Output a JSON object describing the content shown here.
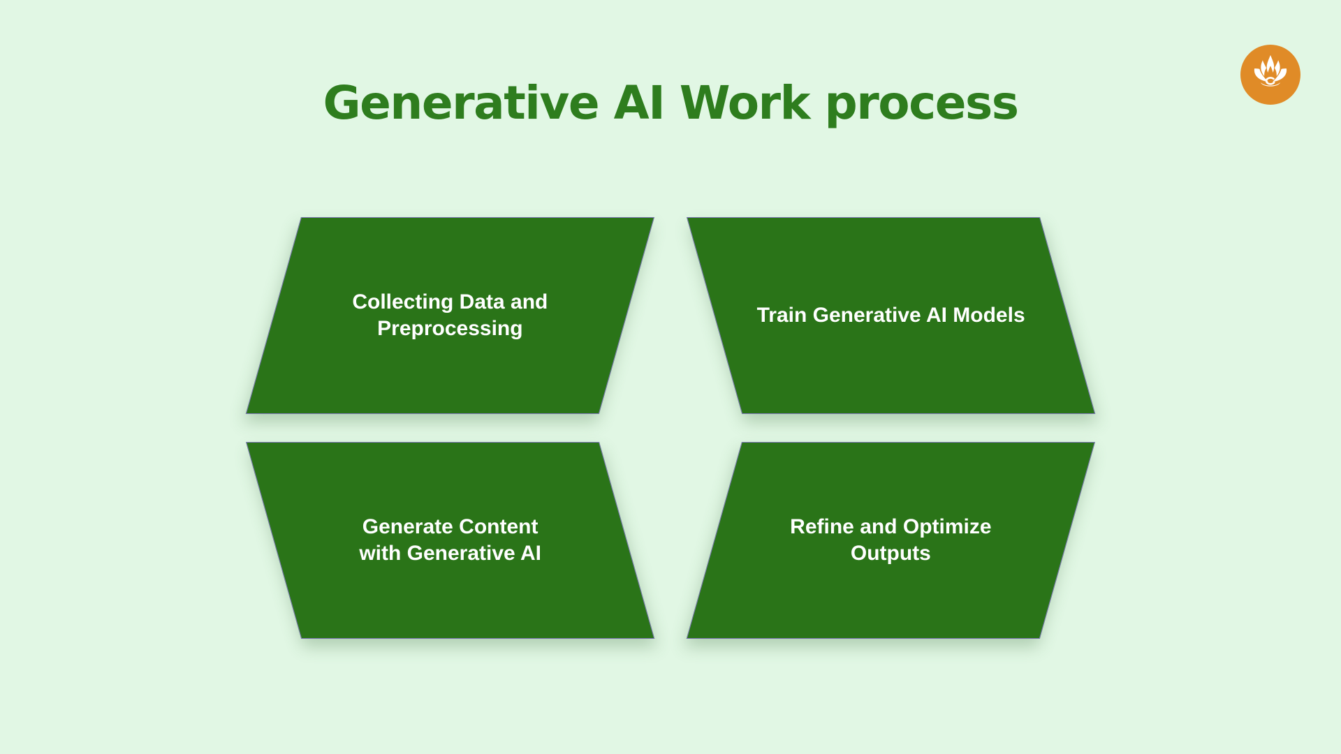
{
  "title": {
    "text": "Generative AI Work process"
  },
  "logo": {
    "icon": "lotus-icon"
  },
  "steps": [
    {
      "label": "Collecting Data and\nPreprocessing"
    },
    {
      "label": "Train Generative AI Models"
    },
    {
      "label": "Generate Content\nwith Generative AI"
    },
    {
      "label": "Refine and Optimize\nOutputs"
    }
  ],
  "colors": {
    "background": "#e1f7e4",
    "shape_fill": "#2a7418",
    "shape_border": "#7d78b8",
    "title_text": "#2e7d1e",
    "step_text": "#ffffff",
    "logo_circle": "#e08b27",
    "logo_glyph": "#ffffff"
  }
}
